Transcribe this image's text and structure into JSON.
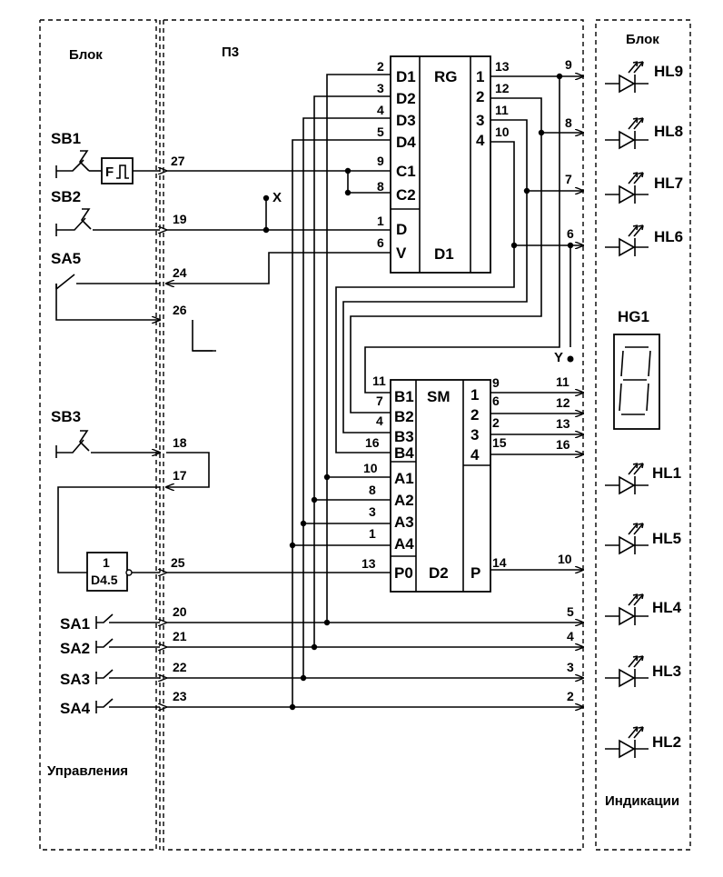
{
  "blocks": {
    "control_title": "Блок",
    "control_subtitle": "Управления",
    "p3_title": "П3",
    "indication_title": "Блок",
    "indication_subtitle": "Индикации"
  },
  "controls": {
    "sb1": "SB1",
    "sb2": "SB2",
    "sb3": "SB3",
    "sa5": "SA5",
    "sa1": "SA1",
    "sa2": "SA2",
    "sa3": "SA3",
    "sa4": "SA4",
    "gen": "F",
    "inverter_top": "1",
    "inverter_bottom": "D4.5"
  },
  "connector_left": [
    "27",
    "19",
    "24",
    "26",
    "18",
    "17",
    "25",
    "20",
    "21",
    "22",
    "23"
  ],
  "connector_right": [
    "9",
    "8",
    "7",
    "6",
    "11",
    "12",
    "13",
    "16",
    "10",
    "5",
    "4",
    "3",
    "2"
  ],
  "points": {
    "x": "X",
    "y": "Y"
  },
  "register": {
    "name": "RG",
    "ref": "D1",
    "inputs": [
      "D1",
      "D2",
      "D3",
      "D4",
      "C1",
      "C2",
      "D",
      "V"
    ],
    "input_pins": [
      "2",
      "3",
      "4",
      "5",
      "9",
      "8",
      "1",
      "6"
    ],
    "outputs": [
      "1",
      "2",
      "3",
      "4"
    ],
    "output_pins": [
      "13",
      "12",
      "11",
      "10"
    ]
  },
  "adder": {
    "name": "SM",
    "ref": "D2",
    "inputs": [
      "B1",
      "B2",
      "B3",
      "B4",
      "A1",
      "A2",
      "A3",
      "A4",
      "P0"
    ],
    "input_pins": [
      "11",
      "7",
      "4",
      "16",
      "10",
      "8",
      "3",
      "1",
      "13"
    ],
    "outputs": [
      "1",
      "2",
      "3",
      "4",
      "P"
    ],
    "output_pins": [
      "9",
      "6",
      "2",
      "15",
      "14"
    ]
  },
  "indicators": {
    "hl9": "HL9",
    "hl8": "HL8",
    "hl7": "HL7",
    "hl6": "HL6",
    "hg1": "HG1",
    "hl1": "HL1",
    "hl5": "HL5",
    "hl4": "HL4",
    "hl3": "HL3",
    "hl2": "HL2"
  }
}
